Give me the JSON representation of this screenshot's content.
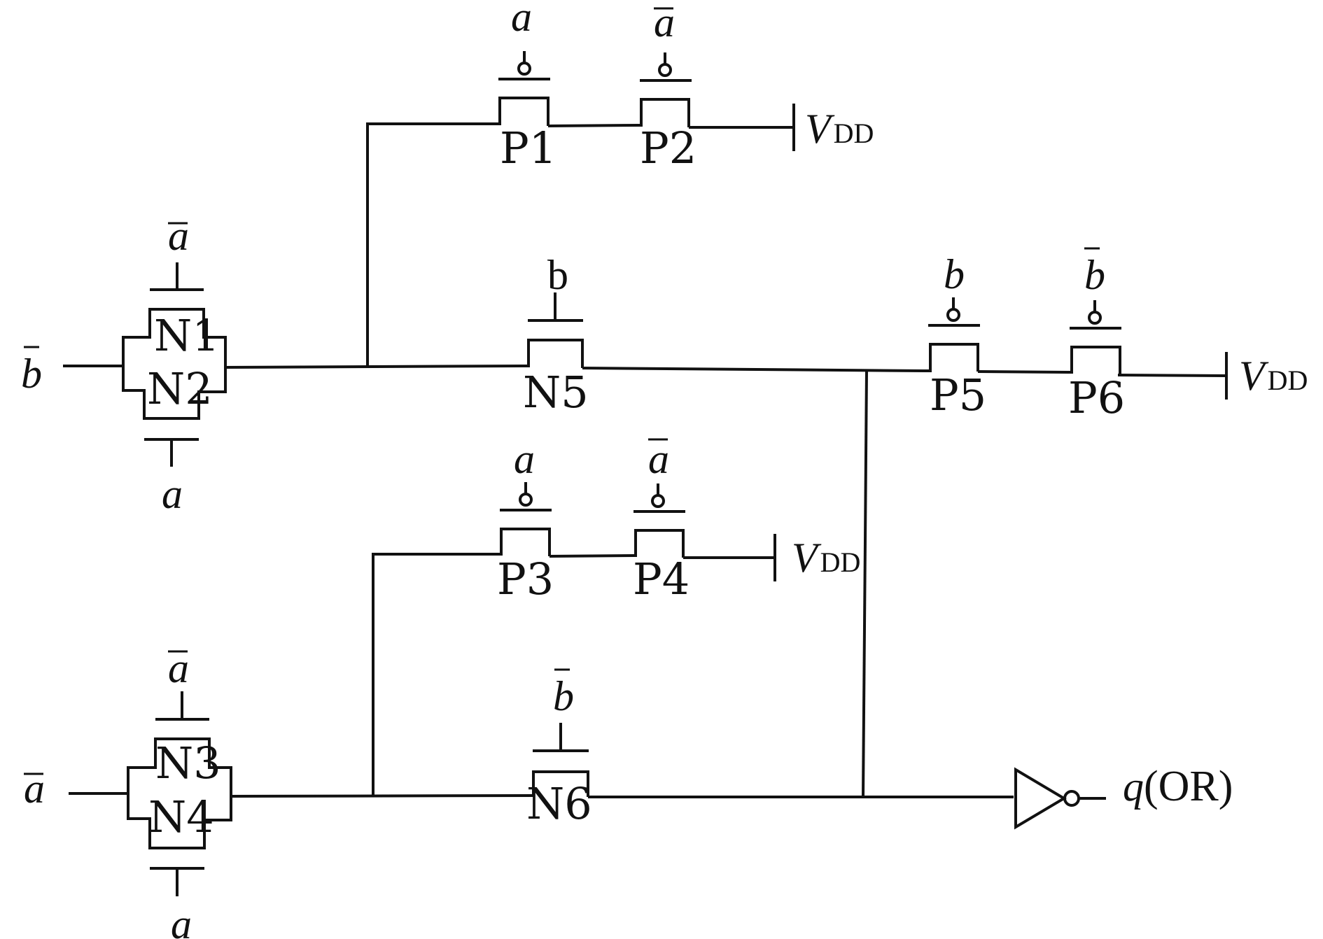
{
  "transistors": {
    "n1": "N1",
    "n2": "N2",
    "n3": "N3",
    "n4": "N4",
    "n5": "N5",
    "n6": "N6",
    "p1": "P1",
    "p2": "P2",
    "p3": "P3",
    "p4": "P4",
    "p5": "P5",
    "p6": "P6"
  },
  "signals": {
    "a": "a",
    "b": "b"
  },
  "supply": {
    "v": "V",
    "dd": "DD"
  },
  "output": {
    "q": "q",
    "or": "(OR)"
  }
}
